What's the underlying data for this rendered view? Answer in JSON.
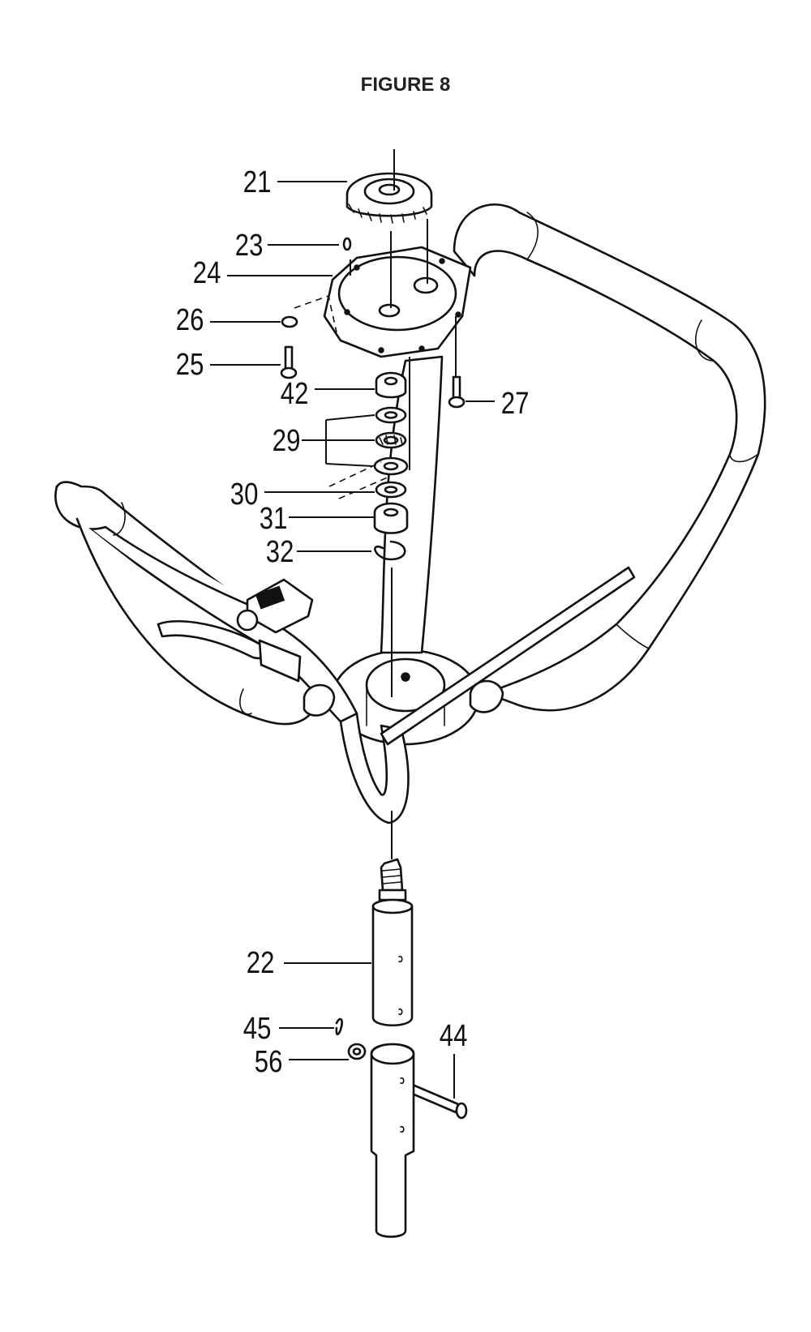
{
  "figure": {
    "title": "FIGURE 8"
  },
  "callouts": [
    {
      "id": "21",
      "label": "21"
    },
    {
      "id": "23",
      "label": "23"
    },
    {
      "id": "24",
      "label": "24"
    },
    {
      "id": "26",
      "label": "26"
    },
    {
      "id": "25",
      "label": "25"
    },
    {
      "id": "42",
      "label": "42"
    },
    {
      "id": "27",
      "label": "27"
    },
    {
      "id": "29",
      "label": "29"
    },
    {
      "id": "30",
      "label": "30"
    },
    {
      "id": "31",
      "label": "31"
    },
    {
      "id": "32",
      "label": "32"
    },
    {
      "id": "22",
      "label": "22"
    },
    {
      "id": "45",
      "label": "45"
    },
    {
      "id": "56",
      "label": "56"
    },
    {
      "id": "44",
      "label": "44"
    }
  ]
}
